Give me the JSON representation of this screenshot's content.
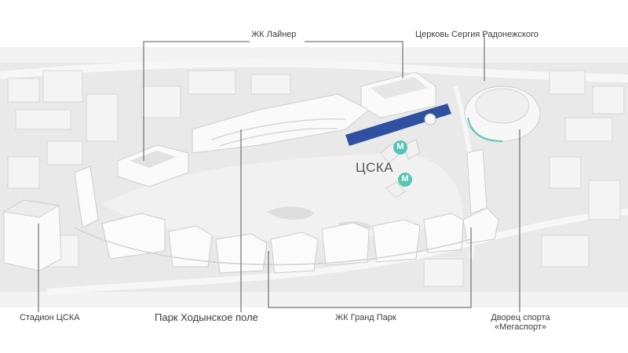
{
  "labels": {
    "zhk_layner": "ЖК Лайнер",
    "church": "Церковь Сергия Радонежского",
    "cska": "ЦСКА",
    "stadium": "Стадион ЦСКА",
    "park": "Парк Ходынское поле",
    "grand_park": "ЖК Гранд Парк",
    "palace_line1": "Дворец спорта",
    "palace_line2": "«Мегаспорт»"
  },
  "metro": {
    "symbol": "М",
    "color": "#56c6b3"
  },
  "colors": {
    "highlight_building": "#2f4fa0",
    "buildings": "#f4f4f4",
    "ground": "#ebebeb",
    "leader_lines": "#555555"
  }
}
